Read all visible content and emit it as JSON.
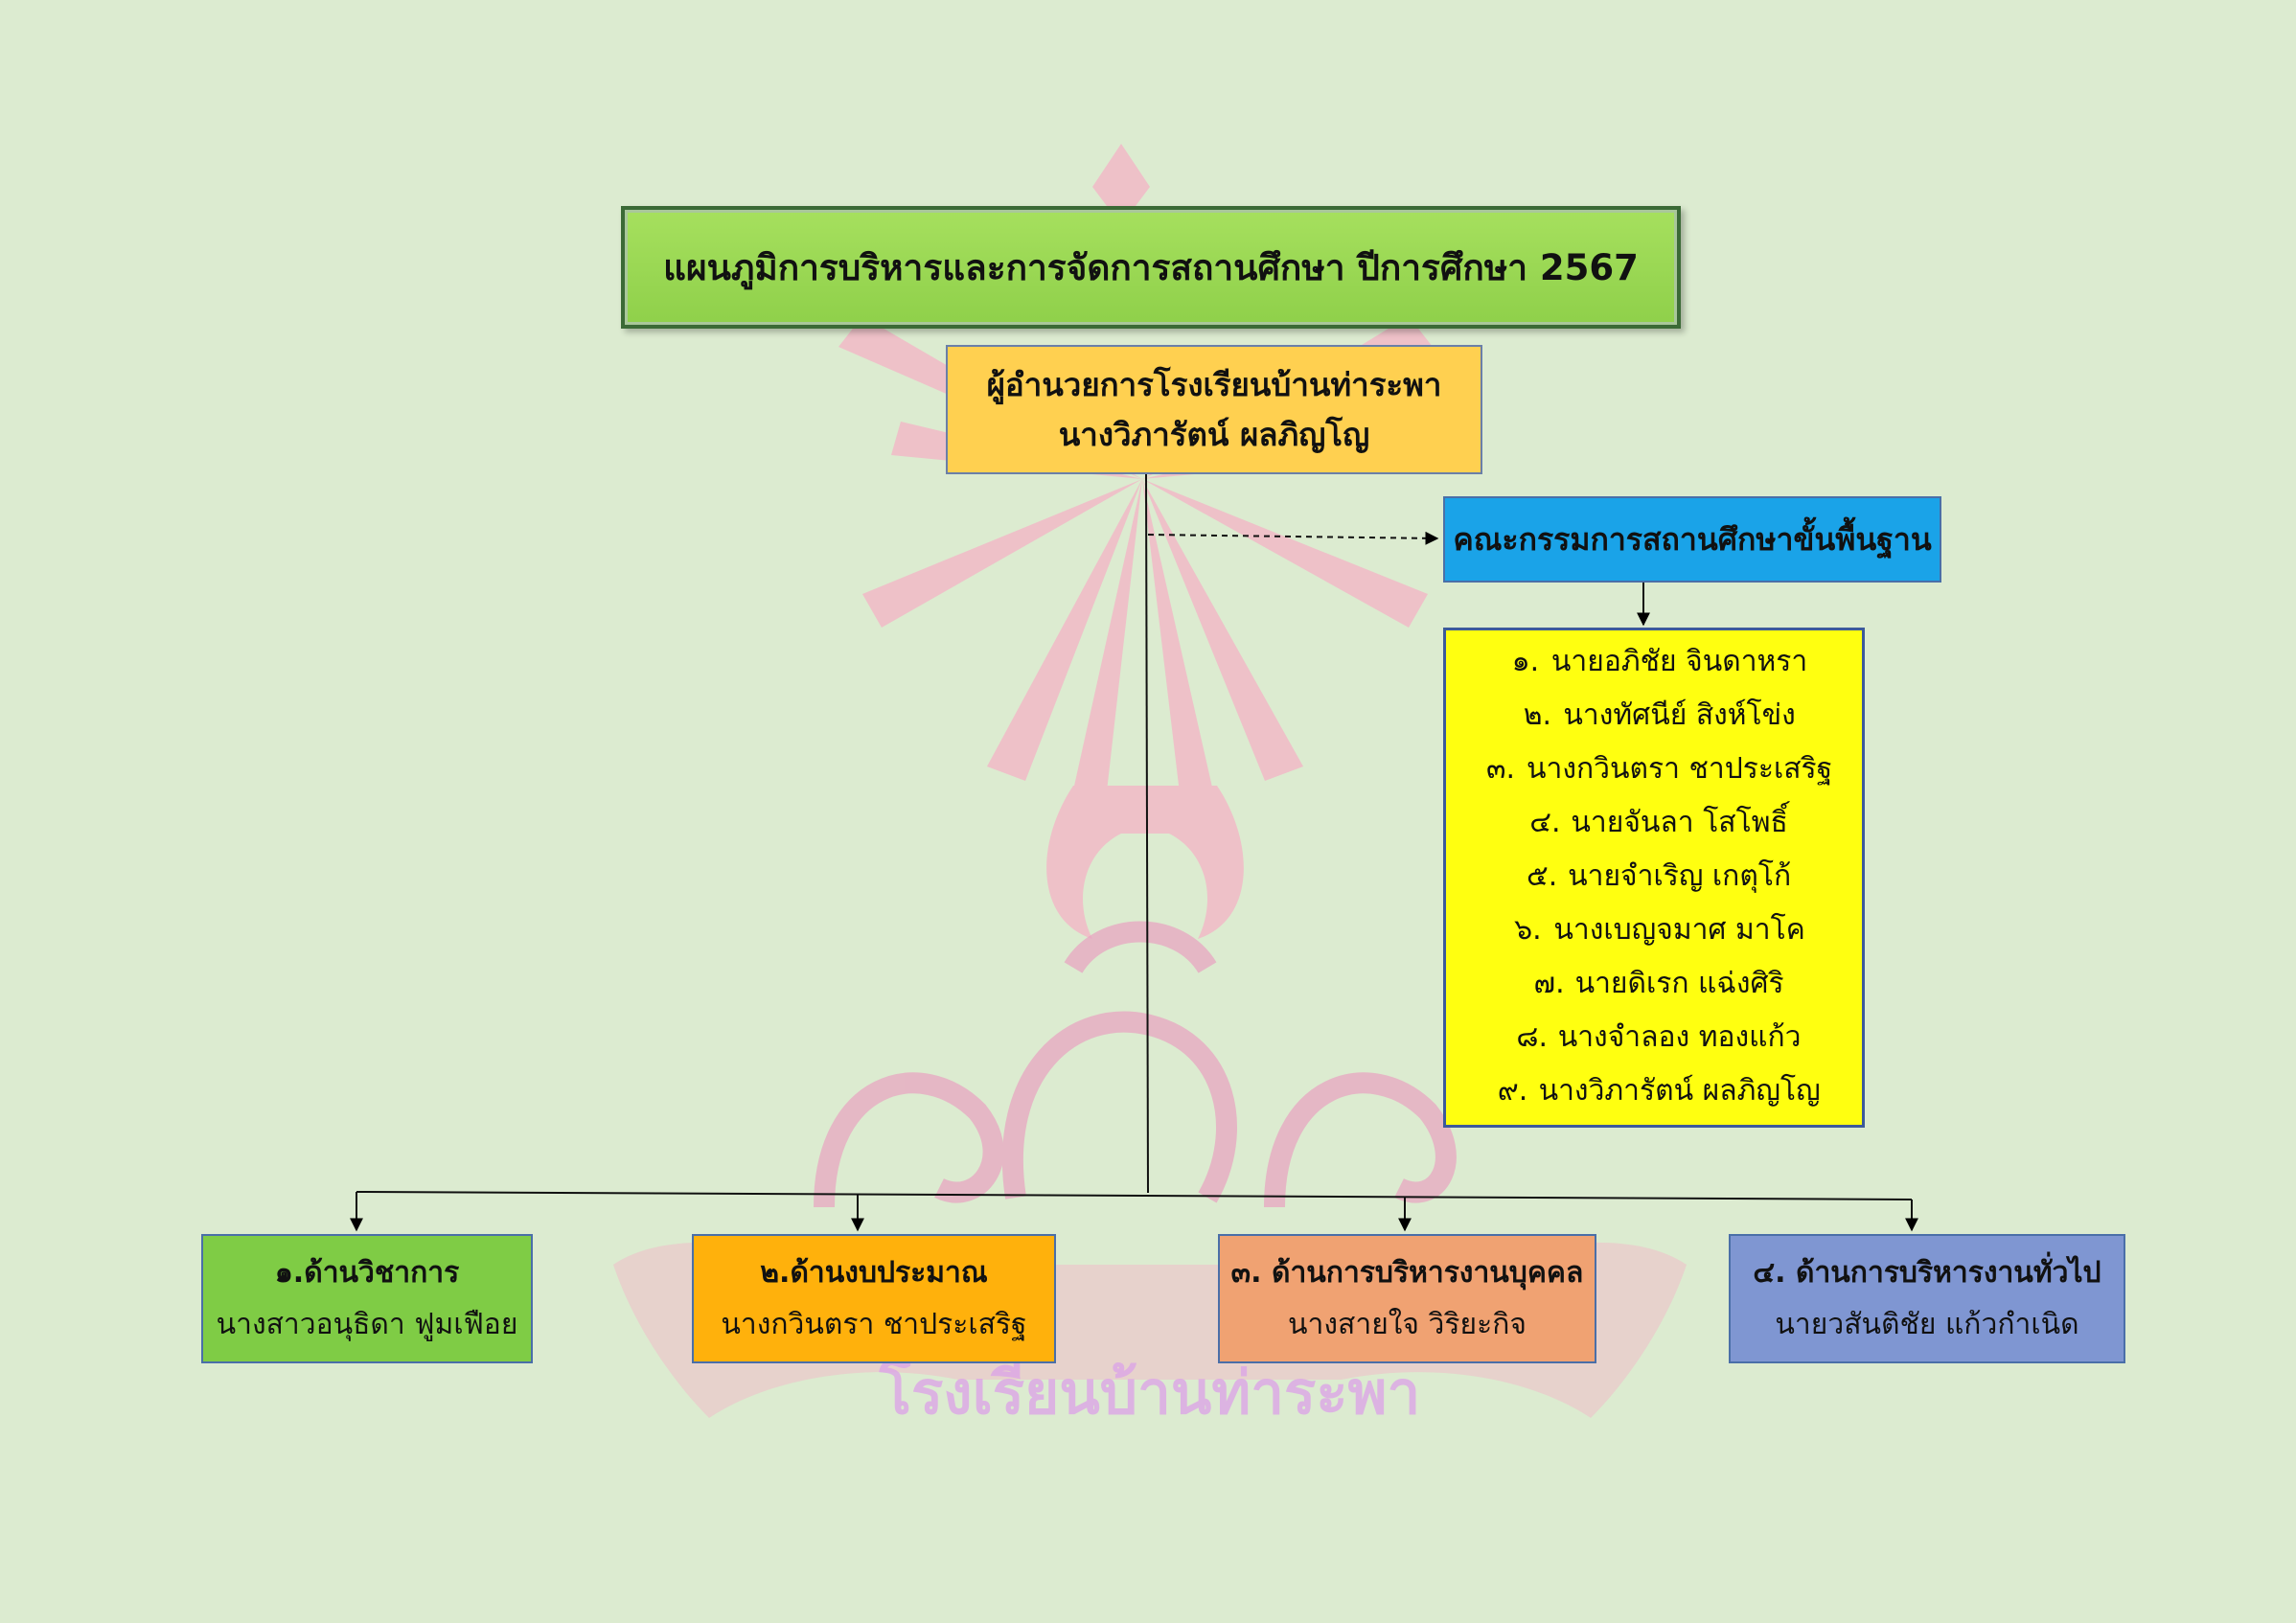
{
  "title": "แผนภูมิการบริหารและการจัดการสถานศึกษา ปีการศึกษา 2567",
  "director": {
    "position": "ผู้อำนวยการโรงเรียนบ้านท่าระพา",
    "name": "นางวิภารัตน์ ผลภิญโญ"
  },
  "board": {
    "title": "คณะกรรมการสถานศึกษาขั้นพื้นฐาน",
    "members": [
      {
        "num": "๑.",
        "name": "นายอภิชัย จินดาหรา"
      },
      {
        "num": "๒.",
        "name": "นางทัศนีย์ สิงห์โข่ง"
      },
      {
        "num": "๓.",
        "name": "นางกวินตรา ชาประเสริฐ"
      },
      {
        "num": "๔.",
        "name": "นายจันลา โสโพธิ์"
      },
      {
        "num": "๕.",
        "name": "นายจำเริญ เกตุโก้"
      },
      {
        "num": "๖.",
        "name": "นางเบญจมาศ มาโค"
      },
      {
        "num": "๗.",
        "name": "นายดิเรก แฉ่งศิริ"
      },
      {
        "num": "๘.",
        "name": "นางจำลอง ทองแก้ว"
      },
      {
        "num": "๙.",
        "name": "นางวิภารัตน์ ผลภิญโญ"
      }
    ]
  },
  "departments": [
    {
      "title": "๑.ด้านวิชาการ",
      "head": "นางสาวอนุธิดา ฟูมเฟือย",
      "color": "#7fcc45"
    },
    {
      "title": "๒.ด้านงบประมาณ",
      "head": "นางกวินตรา ชาประเสริฐ",
      "color": "#ffb10c"
    },
    {
      "title": "๓. ด้านการบริหารงานบุคคล",
      "head": "นางสายใจ วิริยะกิจ",
      "color": "#f0a272"
    },
    {
      "title": "๔. ด้านการบริหารงานทั่วไป",
      "head": "นายวสันติชัย แก้วกำเนิด",
      "color": "#7f96d2"
    }
  ],
  "watermark_text": "โรงเรียนบ้านท่าระพา",
  "watermark_color": "#f4b3c6"
}
